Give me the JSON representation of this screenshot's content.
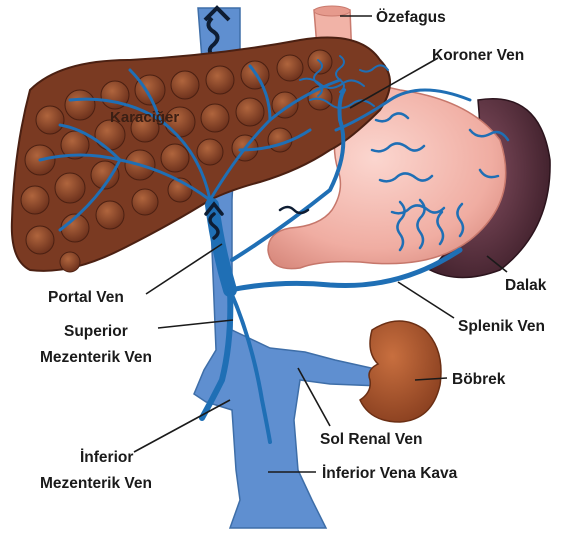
{
  "labels": {
    "ozefagus": "Özefagus",
    "koroner_ven": "Koroner Ven",
    "karaciger": "Karaciğer",
    "dalak": "Dalak",
    "portal_ven": "Portal Ven",
    "splenik_ven": "Splenik Ven",
    "superior_mezenterik_ven_line1": "Superior",
    "superior_mezenterik_ven_line2": "Mezenterik Ven",
    "bobrek": "Böbrek",
    "sol_renal_ven": "Sol Renal Ven",
    "inferior_mezenterik_ven_line1": "İnferior",
    "inferior_mezenterik_ven_line2": "Mezenterik Ven",
    "inferior_vena_kava": "İnferior Vena Kava"
  },
  "colors": {
    "liver": "#7a3a22",
    "liver_lobule": "#9a5232",
    "vein": "#1f6fb5",
    "vein_dark": "#174f86",
    "vena_cava": "#5f8fd0",
    "stomach": "#f2b7ad",
    "stomach_dark": "#d8877b",
    "spleen": "#5a2f3e",
    "kidney": "#a8542c",
    "esophagus": "#f1b3a7"
  }
}
